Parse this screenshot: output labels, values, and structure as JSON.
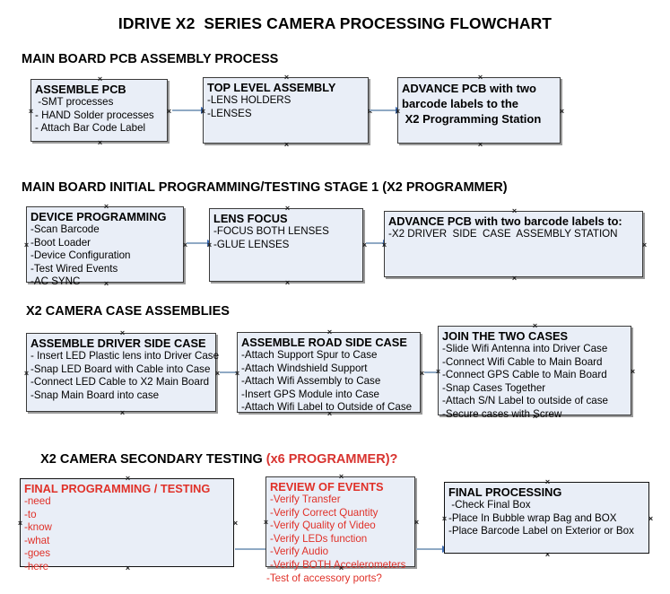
{
  "document": {
    "title": "IDRIVE X2  SERIES CAMERA PROCESSING FLOWCHART",
    "colors": {
      "box_fill": "#e9eef7",
      "box_border": "#3a3a3a",
      "arrow_line": "#8fa9c4",
      "arrow_head": "#3f6eb5",
      "accent_red": "#e03129",
      "text": "#000000"
    }
  },
  "sections": [
    {
      "heading": "MAIN BOARD PCB ASSEMBLY PROCESS",
      "heading_accent": "",
      "boxes": [
        {
          "title": "ASSEMBLE PCB",
          "lines": [
            " -SMT processes",
            "- HAND Solder processes",
            "- Attach Bar Code Label"
          ]
        },
        {
          "title": "TOP LEVEL ASSEMBLY",
          "lines": [
            "-LENS HOLDERS",
            "-LENSES"
          ]
        },
        {
          "title_lines": [
            "ADVANCE PCB with two",
            "barcode labels to the",
            " X2 Programming Station"
          ],
          "lines": []
        }
      ]
    },
    {
      "heading": "MAIN BOARD INITIAL PROGRAMMING/TESTING STAGE 1 (X2 PROGRAMMER)",
      "heading_accent": "",
      "boxes": [
        {
          "title": "DEVICE PROGRAMMING",
          "lines": [
            "-Scan Barcode",
            "-Boot Loader",
            "-Device Configuration",
            "-Test Wired Events",
            "-AC SYNC"
          ]
        },
        {
          "title": "LENS FOCUS",
          "lines": [
            "-FOCUS BOTH LENSES",
            "-GLUE LENSES"
          ]
        },
        {
          "title": "ADVANCE PCB with two barcode labels to:",
          "lines": [
            "-X2 DRIVER  SIDE  CASE  ASSEMBLY STATION"
          ]
        }
      ]
    },
    {
      "heading": "X2 CAMERA CASE ASSEMBLIES",
      "heading_accent": "",
      "boxes": [
        {
          "title": "ASSEMBLE DRIVER SIDE CASE",
          "lines": [
            "- Insert LED Plastic lens into Driver Case",
            "-Snap LED Board with Cable into Case",
            "-Connect LED Cable to X2 Main Board",
            "-Snap Main Board into case"
          ]
        },
        {
          "title": "ASSEMBLE ROAD SIDE CASE",
          "lines": [
            "-Attach Support Spur to Case",
            "-Attach Windshield Support",
            "-Attach Wifi Assembly to Case",
            "-Insert GPS Module into Case",
            "-Attach Wifi Label to Outside of Case"
          ]
        },
        {
          "title": "JOIN THE TWO CASES",
          "lines": [
            "-Slide Wifi Antenna into Driver Case",
            "-Connect Wifi Cable to Main Board",
            "-Connect GPS Cable to Main Board",
            "-Snap Cases Together",
            "-Attach S/N Label to outside of case",
            "-Secure cases with Screw"
          ]
        }
      ]
    },
    {
      "heading": "X2 CAMERA SECONDARY TESTING ",
      "heading_accent": "(x6 PROGRAMMER)?",
      "boxes": [
        {
          "title": "FINAL PROGRAMMING / TESTING",
          "lines": [
            "-need",
            "-to",
            "-know",
            "-what",
            "-goes",
            "-here"
          ]
        },
        {
          "title": "REVIEW OF EVENTS",
          "lines": [
            "-Verify Transfer",
            "-Verify Correct Quantity",
            "-Verify Quality of Video",
            "-Verify LEDs function",
            "-Verify Audio",
            "-Verify BOTH Accelerometers",
            "-Test of accessory ports?"
          ]
        },
        {
          "title": "FINAL PROCESSING",
          "lines": [
            " -Check Final Box",
            "-Place In Bubble wrap Bag and BOX",
            "-Place Barcode Label on Exterior or Box"
          ]
        }
      ]
    }
  ]
}
